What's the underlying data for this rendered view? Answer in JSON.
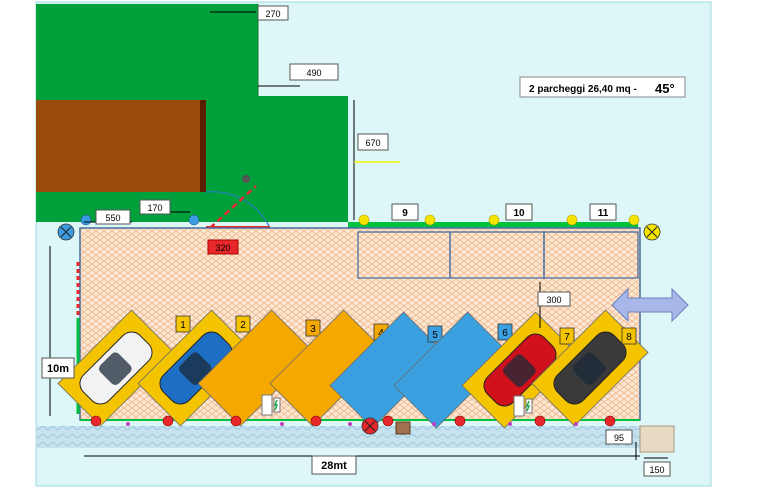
{
  "title": {
    "text": "2 parcheggi 26,40 mq -",
    "angle": "45°"
  },
  "dimensions": {
    "d270": "270",
    "d490": "490",
    "d670": "670",
    "d550": "550",
    "d170": "170",
    "d320": "320",
    "d300": "300",
    "d95": "95",
    "d150": "150",
    "d10m": "10m",
    "d28mt": "28mt"
  },
  "spots": [
    {
      "label": "1",
      "color": "#f5c400",
      "car": "white"
    },
    {
      "label": "2",
      "color": "#f5c400",
      "car": "blue"
    },
    {
      "label": "3",
      "color": "#f5a800",
      "car": ""
    },
    {
      "label": "4",
      "color": "#f5a800",
      "car": ""
    },
    {
      "label": "5",
      "color": "#3aa0e0",
      "car": ""
    },
    {
      "label": "6",
      "color": "#3aa0e0",
      "car": ""
    },
    {
      "label": "7",
      "color": "#f5c400",
      "car": "red"
    },
    {
      "label": "8",
      "color": "#f5c400",
      "car": "black"
    }
  ],
  "upper_spots": [
    "9",
    "10",
    "11"
  ],
  "icons": {
    "arrow": "double-arrow-icon",
    "charger": "ev-charger-icon",
    "lamp": "lamp-post-icon",
    "gate": "gate-icon"
  },
  "colors": {
    "background": "#ddf6f8",
    "green": "#00a13b",
    "building": "#9a4a0a",
    "lot": "#fbe6d0",
    "sidewalk": "#b9dbe8",
    "red": "#e8272a"
  }
}
